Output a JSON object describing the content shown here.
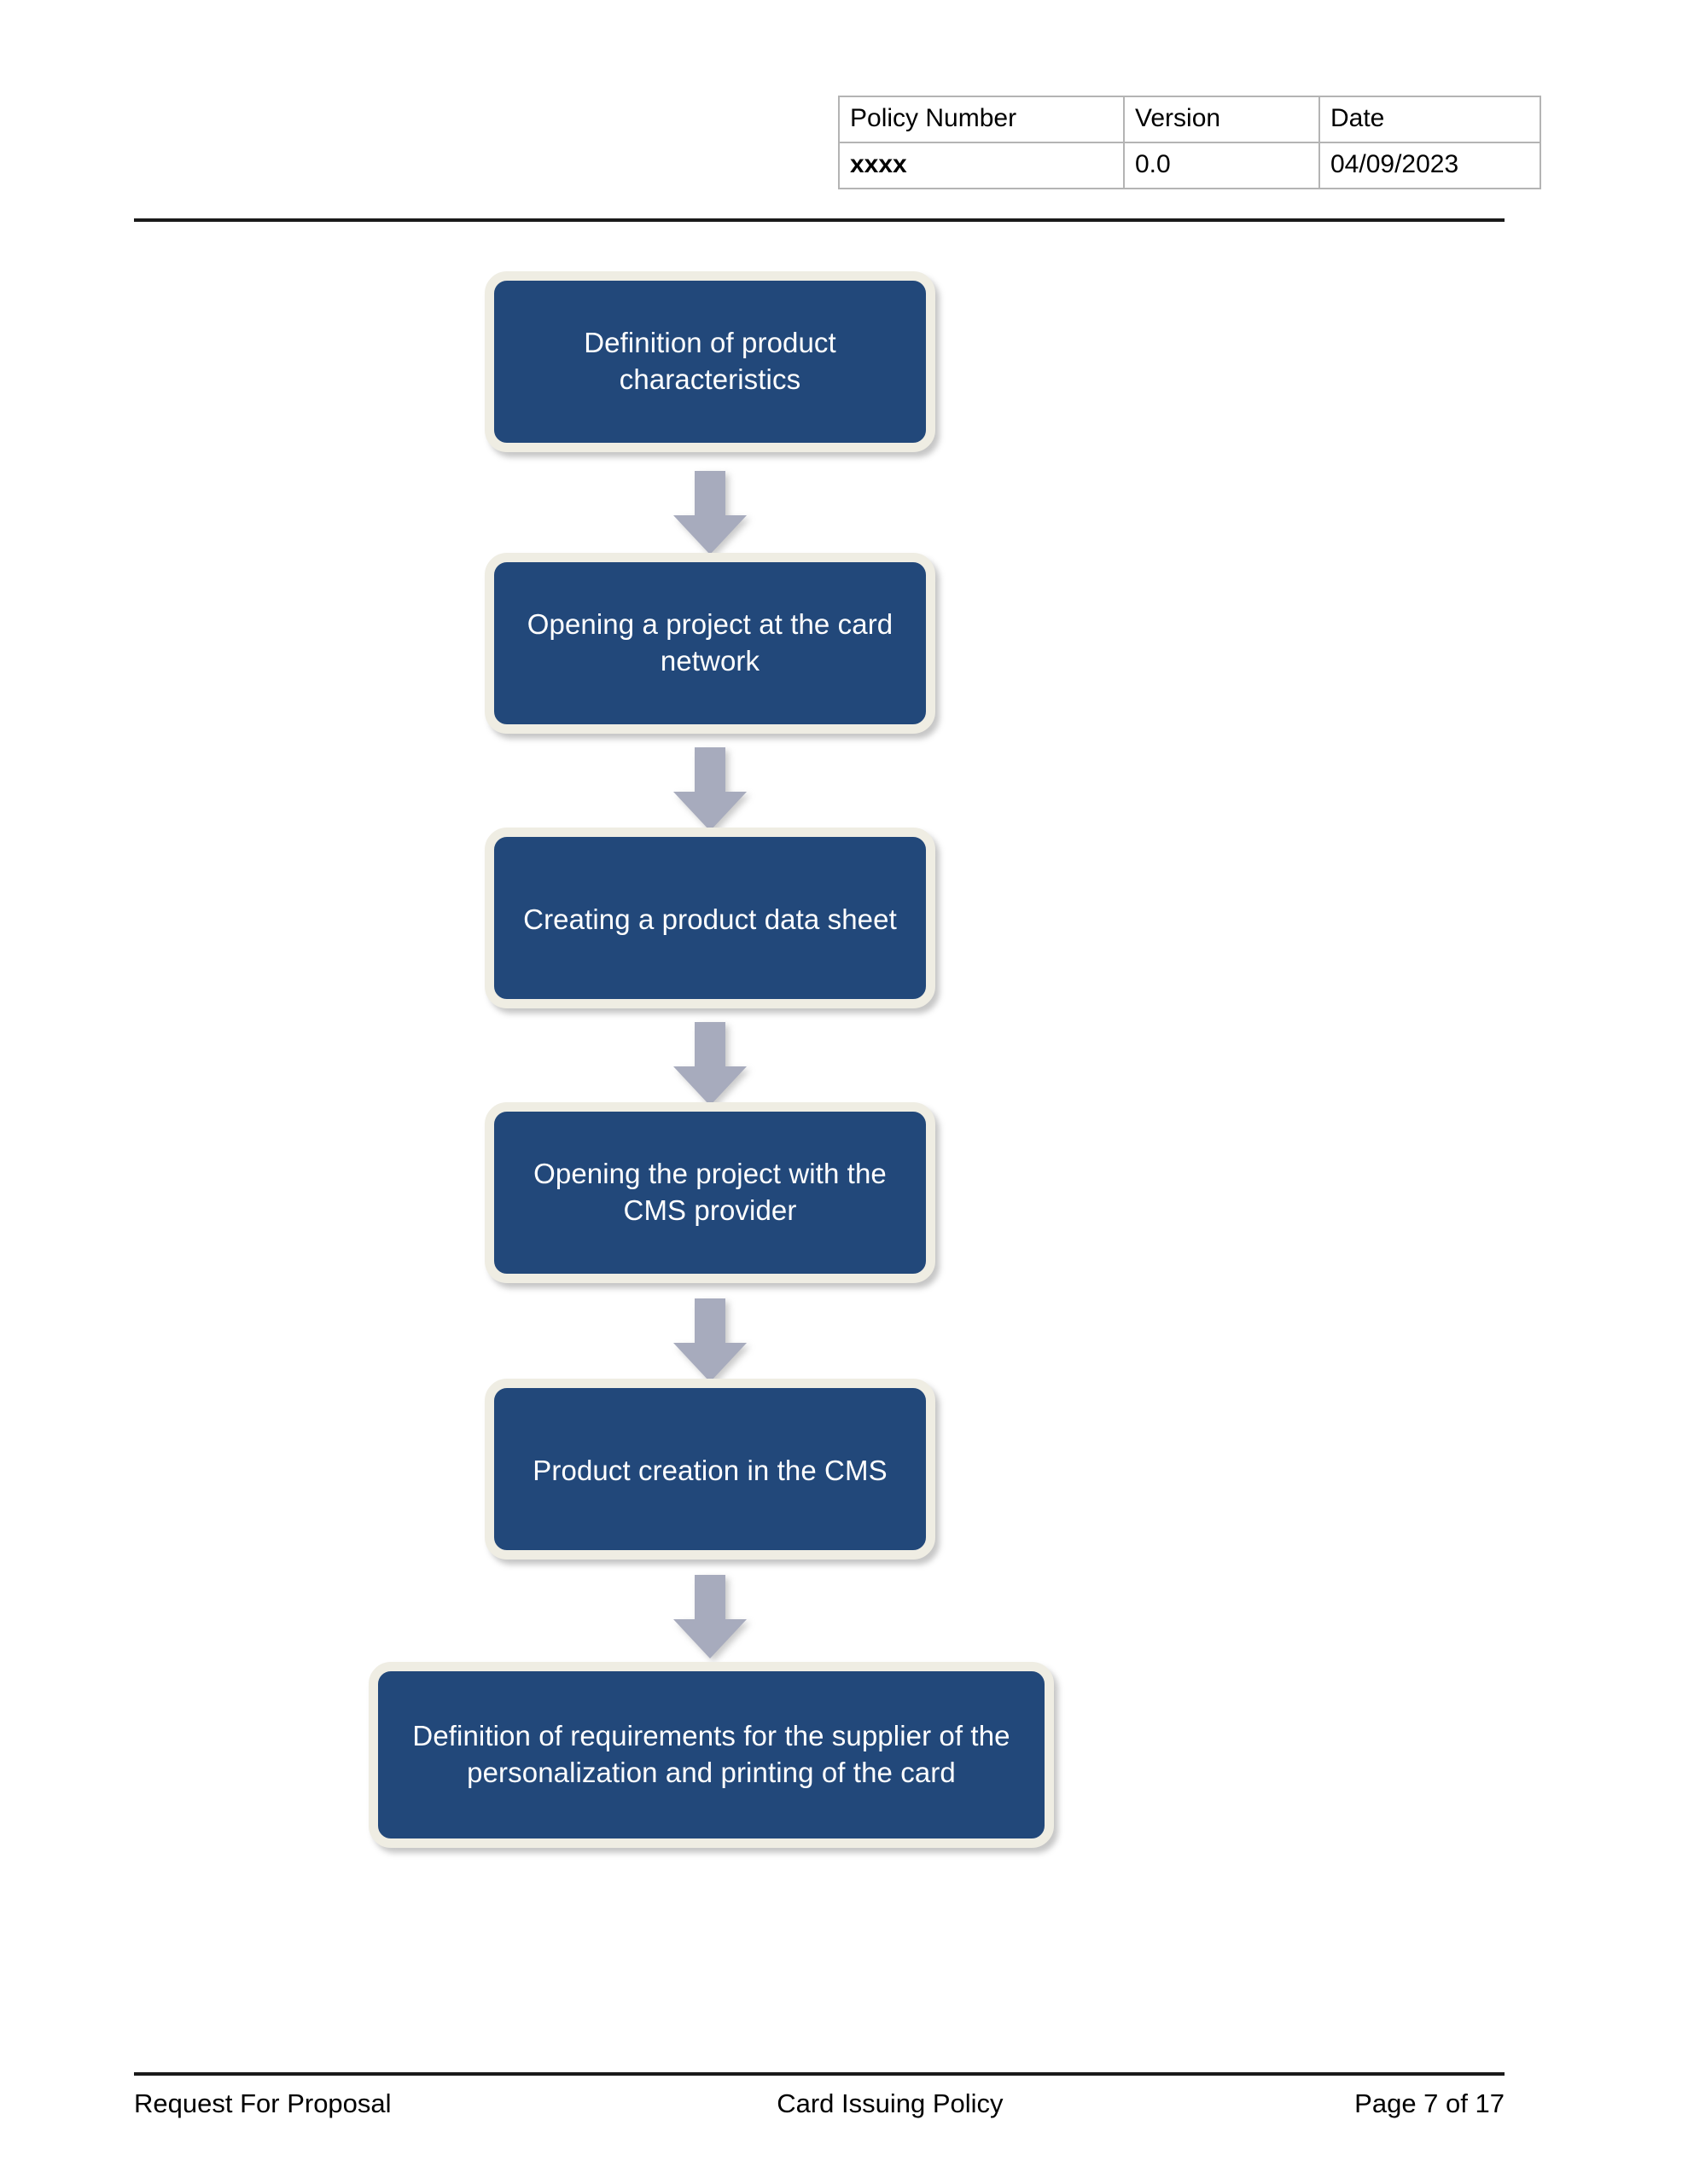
{
  "document": {
    "header_table": {
      "columns": [
        "Policy Number",
        "Version",
        "Date"
      ],
      "values": [
        "xxxx",
        "0.0",
        "04/09/2023"
      ]
    },
    "footer": {
      "left": "Request For Proposal",
      "center": "Card Issuing Policy",
      "right": "Page 7 of 17"
    }
  },
  "colors": {
    "node_fill": "#22487a",
    "node_border": "#efede3",
    "node_text": "#ffffff",
    "arrow_fill": "#a7abbd",
    "rule": "#1a1a1a",
    "table_border": "#b4b4b4"
  },
  "flowchart": {
    "type": "process-flow",
    "orientation": "vertical",
    "nodes": [
      {
        "id": "node-1",
        "label": "Definition of product characteristics"
      },
      {
        "id": "node-2",
        "label": "Opening a project at the card network"
      },
      {
        "id": "node-3",
        "label": "Creating a product data sheet"
      },
      {
        "id": "node-4",
        "label": "Opening the project with the CMS provider"
      },
      {
        "id": "node-5",
        "label": "Product creation in the CMS"
      },
      {
        "id": "node-6",
        "label": "Definition of requirements for the supplier of the personalization and printing of the card"
      }
    ],
    "connectors": [
      {
        "id": "arrow-1",
        "from": "node-1",
        "to": "node-2",
        "glyph": "down-arrow"
      },
      {
        "id": "arrow-2",
        "from": "node-2",
        "to": "node-3",
        "glyph": "down-arrow"
      },
      {
        "id": "arrow-3",
        "from": "node-3",
        "to": "node-4",
        "glyph": "down-arrow"
      },
      {
        "id": "arrow-4",
        "from": "node-4",
        "to": "node-5",
        "glyph": "down-arrow"
      },
      {
        "id": "arrow-5",
        "from": "node-5",
        "to": "node-6",
        "glyph": "down-arrow"
      }
    ]
  }
}
